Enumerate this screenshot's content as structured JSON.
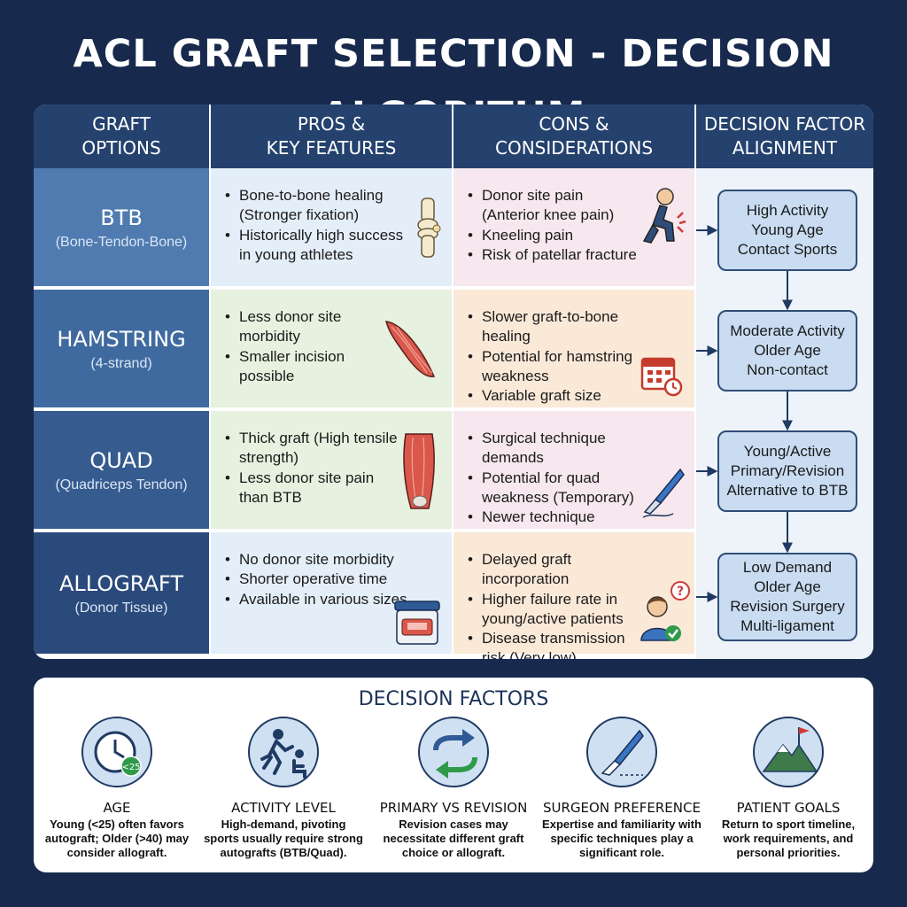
{
  "title": "ACL GRAFT SELECTION - DECISION ALGORITHM",
  "headers": {
    "graft": [
      "GRAFT",
      "OPTIONS"
    ],
    "pros": [
      "PROS &",
      "KEY FEATURES"
    ],
    "cons": [
      "CONS &",
      "CONSIDERATIONS"
    ],
    "decision": [
      "DECISION FACTOR",
      "ALIGNMENT"
    ]
  },
  "grafts": [
    {
      "name": "BTB",
      "sub": "(Bone-Tendon-Bone)",
      "pros": [
        "Bone-to-bone healing (Stronger fixation)",
        "Historically high success in young athletes"
      ],
      "cons": [
        "Donor site pain (Anterior knee pain)",
        "Kneeling pain",
        "Risk of patellar fracture"
      ],
      "decision": [
        "High Activity",
        "Young Age",
        "Contact Sports"
      ],
      "pros_icon": "knee-joint-icon",
      "cons_icon": "kneeling-person-icon"
    },
    {
      "name": "HAMSTRING",
      "sub": "(4-strand)",
      "pros": [
        "Less donor site morbidity",
        "Smaller incision possible"
      ],
      "cons": [
        "Slower graft-to-bone healing",
        "Potential for hamstring weakness",
        "Variable graft size"
      ],
      "decision": [
        "Moderate Activity",
        "Older Age",
        "Non-contact"
      ],
      "pros_icon": "muscle-icon",
      "cons_icon": "calendar-clock-icon"
    },
    {
      "name": "QUAD",
      "sub": "(Quadriceps Tendon)",
      "pros": [
        "Thick graft (High tensile strength)",
        "Less donor site pain than BTB"
      ],
      "cons": [
        "Surgical technique demands",
        "Potential for quad weakness (Temporary)",
        "Newer technique"
      ],
      "decision": [
        "Young/Active",
        "Primary/Revision",
        "Alternative to BTB"
      ],
      "pros_icon": "thigh-muscle-icon",
      "cons_icon": "scalpel-icon"
    },
    {
      "name": "ALLOGRAFT",
      "sub": "(Donor Tissue)",
      "pros": [
        "No donor site morbidity",
        "Shorter operative time",
        "Available in various sizes"
      ],
      "cons": [
        "Delayed graft incorporation",
        "Higher failure rate in young/active patients",
        "Disease transmission risk (Very low)"
      ],
      "decision": [
        "Low Demand",
        "Older Age",
        "Revision Surgery",
        "Multi-ligament"
      ],
      "pros_icon": "tissue-container-icon",
      "cons_icon": "patient-question-icon"
    }
  ],
  "factors": {
    "title": "DECISION FACTORS",
    "items": [
      {
        "name": "AGE",
        "desc": "Young (<25) often favors autograft; Older (>40) may consider allograft.",
        "icon": "clock-icon",
        "badge": "<25"
      },
      {
        "name": "ACTIVITY LEVEL",
        "desc": "High-demand, pivoting sports usually require strong autografts (BTB/Quad).",
        "icon": "running-person-icon"
      },
      {
        "name": "PRIMARY VS REVISION",
        "desc": "Revision cases may necessitate different graft choice or allograft.",
        "icon": "swap-arrows-icon"
      },
      {
        "name": "SURGEON PREFERENCE",
        "desc": "Expertise and familiarity with specific techniques play a significant role.",
        "icon": "scalpel-icon"
      },
      {
        "name": "PATIENT GOALS",
        "desc": "Return to sport timeline, work requirements, and personal priorities.",
        "icon": "mountain-flag-icon"
      }
    ]
  },
  "colors": {
    "background": "#17294d",
    "header": "#25426e",
    "btb": "#4f7bb0",
    "hamstring": "#3f6a9f",
    "quad": "#355b8f",
    "allograft": "#2b4a7c",
    "pros_blue": "#e4eef9",
    "pros_green": "#e6f1df",
    "cons_pink": "#f6e8ee",
    "cons_peach": "#fbe9d8",
    "decision_box": "#c9dcf1"
  }
}
